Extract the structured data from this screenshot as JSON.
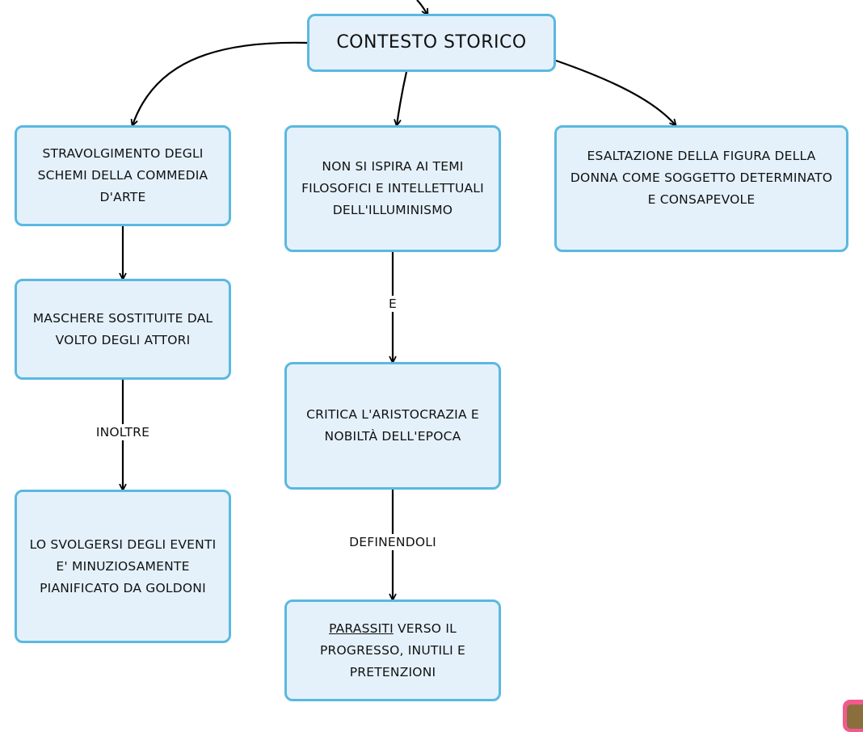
{
  "nodes": {
    "root": "CONTESTO STORICO",
    "stravolgimento": "STRAVOLGIMENTO DEGLI SCHEMI DELLA COMMEDIA D'ARTE",
    "non_ispira": "NON SI ISPIRA AI TEMI FILOSOFICI E INTELLETTUALI DELL'ILLUMINISMO",
    "esaltazione": "ESALTAZIONE DELLA FIGURA DELLA DONNA COME SOGGETTO DETERMINATO E CONSAPEVOLE",
    "maschere": "MASCHERE SOSTITUITE DAL VOLTO DEGLI ATTORI",
    "critica": "CRITICA L'ARISTOCRAZIA E NOBILTÀ DELL'EPOCA",
    "svolgersi": "LO SVOLGERSI DEGLI EVENTI  E' MINUZIOSAMENTE PIANIFICATO DA GOLDONI",
    "parassiti_underlined": "PARASSITI",
    "parassiti_rest": " VERSO IL PROGRESSO, INUTILI E PRETENZIONI"
  },
  "edge_labels": {
    "e": "E",
    "inoltre": "INOLTRE",
    "definendoli": "DEFINENDOLI"
  },
  "colors": {
    "node_fill": "#e4f1fb",
    "node_border": "#5bb8e0",
    "connector": "#000000"
  }
}
